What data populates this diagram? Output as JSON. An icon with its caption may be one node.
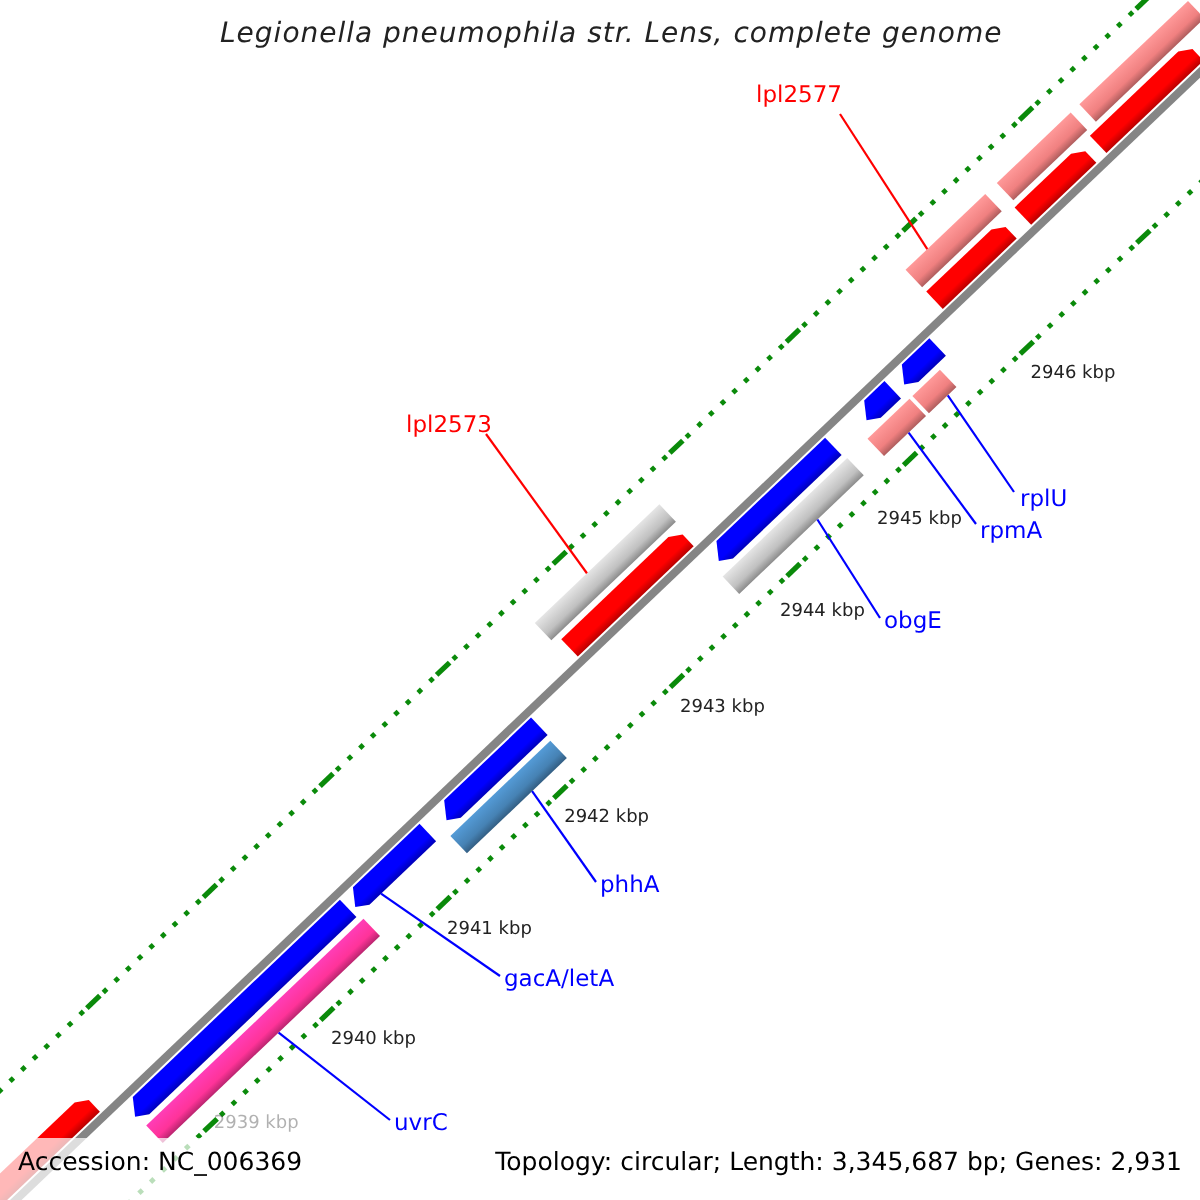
{
  "diagram": {
    "title": "Legionella pneumophila str. Lens, complete genome",
    "nodes": [
      {
        "text": [
          "lpl2577"
        ]
      },
      {
        "text": [],
        "shape": "bar"
      },
      {
        "text": [
          "lpl2573"
        ]
      },
      {
        "text": [],
        "shape": "bar"
      },
      {
        "text": [
          "rplU"
        ]
      },
      {
        "text": [],
        "shape": "bar"
      },
      {
        "text": [
          "rpmA"
        ]
      },
      {
        "text": [],
        "shape": "bar"
      },
      {
        "text": [
          "obgE"
        ]
      },
      {
        "text": [],
        "shape": "bar"
      },
      {
        "text": [
          "phhA"
        ]
      },
      {
        "text": [],
        "shape": "bar"
      },
      {
        "text": [
          "gacA/letA"
        ]
      },
      {
        "text": [],
        "shape": "arrow"
      },
      {
        "text": [
          "uvrC"
        ]
      },
      {
        "text": [],
        "shape": "bar"
      },
      {
        "text": [],
        "shape": "arrow"
      },
      {
        "text": [],
        "shape": "arrow"
      },
      {
        "text": [],
        "shape": "arrow"
      },
      {
        "text": [],
        "shape": "arrow"
      },
      {
        "text": [],
        "shape": "arrow"
      },
      {
        "text": [],
        "shape": "bar"
      },
      {
        "text": [],
        "shape": "bar"
      },
      {
        "text": [],
        "shape": "arrow"
      },
      {
        "text": [],
        "shape": "arrow"
      },
      {
        "text": [],
        "shape": "arrow"
      },
      {
        "text": [],
        "shape": "arrow"
      },
      {
        "text": [],
        "shape": "arrow"
      }
    ],
    "edges": [
      {
        "from": 0,
        "to": 1,
        "arrow": "none",
        "color": "#ff0000"
      },
      {
        "from": 2,
        "to": 3,
        "arrow": "none",
        "color": "#ff0000"
      },
      {
        "from": 4,
        "to": 5,
        "arrow": "none"
      },
      {
        "from": 6,
        "to": 7,
        "arrow": "none"
      },
      {
        "from": 8,
        "to": 9,
        "arrow": "none"
      },
      {
        "from": 10,
        "to": 11,
        "arrow": "none"
      },
      {
        "from": 12,
        "to": 13,
        "arrow": "none"
      },
      {
        "from": 14,
        "to": 15,
        "arrow": "none"
      }
    ],
    "labels": [
      "2946 kbp",
      "2945 kbp",
      "2944 kbp",
      "2943 kbp",
      "2942 kbp",
      "2941 kbp",
      "2940 kbp",
      "2939 kbp",
      "Accession: NC_006369",
      "Topology: circular; Length: 3,345,687 bp; Genes: 2,931"
    ]
  }
}
